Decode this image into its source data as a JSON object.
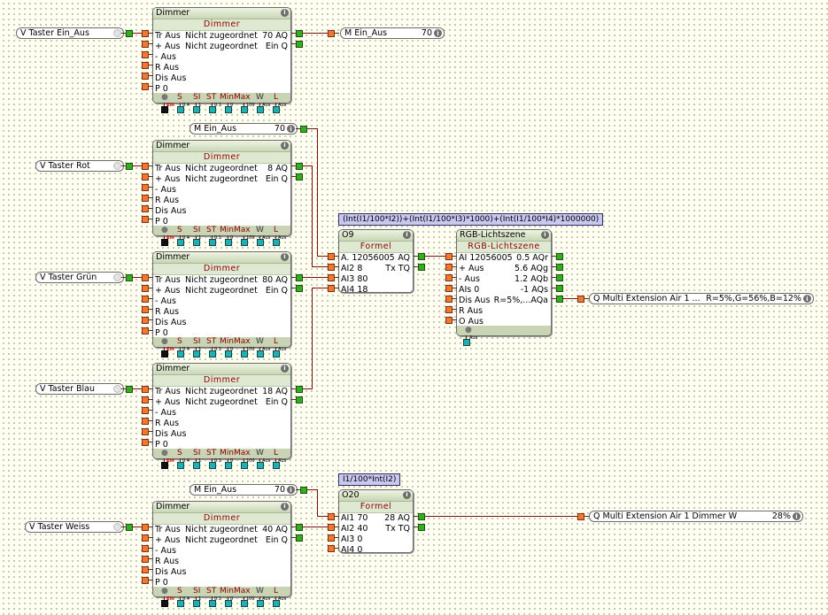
{
  "canvas": {
    "background": "#fffff2",
    "wire_color": "#7a1010"
  },
  "inputs": [
    {
      "label": "V  Taster Ein_Aus"
    },
    {
      "label": "V  Taster Rot"
    },
    {
      "label": "V  Taster Grün"
    },
    {
      "label": "V  Taster Blau"
    },
    {
      "label": "V  Taster Weiss"
    }
  ],
  "markers": [
    {
      "label": "M  Ein_Aus",
      "value": "70"
    },
    {
      "label": "M  Ein_Aus",
      "value": "70"
    },
    {
      "label": "M  Ein_Aus",
      "value": "70"
    }
  ],
  "dimmers": [
    {
      "title": "Dimmer",
      "subtitle": "Dimmer",
      "tr": "Tr Aus",
      "plus": "+ Aus",
      "minus": "- Aus",
      "r": "R Aus",
      "dis": "Dis Aus",
      "p": "P 0",
      "assign1": "Nicht zugeordnet",
      "assign2": "Nicht zugeordnet",
      "aq": "70 AQ",
      "q": "Ein Q"
    },
    {
      "title": "Dimmer",
      "subtitle": "Dimmer",
      "tr": "Tr Aus",
      "plus": "+ Aus",
      "minus": "- Aus",
      "r": "R Aus",
      "dis": "Dis Aus",
      "p": "P 0",
      "assign1": "Nicht zugeordnet",
      "assign2": "Nicht zugeordnet",
      "aq": "8 AQ",
      "q": "Ein Q"
    },
    {
      "title": "Dimmer",
      "subtitle": "Dimmer",
      "tr": "Tr Aus",
      "plus": "+ Aus",
      "minus": "- Aus",
      "r": "R Aus",
      "dis": "Dis Aus",
      "p": "P 0",
      "assign1": "Nicht zugeordnet",
      "assign2": "Nicht zugeordnet",
      "aq": "80 AQ",
      "q": "Ein Q"
    },
    {
      "title": "Dimmer",
      "subtitle": "Dimmer",
      "tr": "Tr Aus",
      "plus": "+ Aus",
      "minus": "- Aus",
      "r": "R Aus",
      "dis": "Dis Aus",
      "p": "P 0",
      "assign1": "Nicht zugeordnet",
      "assign2": "Nicht zugeordnet",
      "aq": "18 AQ",
      "q": "Ein Q"
    },
    {
      "title": "Dimmer",
      "subtitle": "Dimmer",
      "tr": "Tr Aus",
      "plus": "+ Aus",
      "minus": "- Aus",
      "r": "R Aus",
      "dis": "Dis Aus",
      "p": "P 0",
      "assign1": "Nicht zugeordnet",
      "assign2": "Nicht zugeordnet",
      "aq": "40 AQ",
      "q": "Ein Q"
    }
  ],
  "dimmer_footer": {
    "s": "S",
    "si": "SI",
    "st": "ST",
    "minmax": "MinMax",
    "w": "W",
    "l": "L"
  },
  "dimmer_params": [
    "Ein",
    "0.4",
    "1",
    "0.1",
    "0",
    "100",
    "Aus",
    "Aus"
  ],
  "formula_blocks": [
    {
      "expression": "(Int(I1/100*I2))+(Int(I1/100*I3)*1000)+(Int(I1/100*I4)*1000000)",
      "title": "O9",
      "subtitle": "Formel",
      "in1": "A. 12056005",
      "in2": "AI2 8",
      "in3": "AI3 80",
      "in4": "AI4 18",
      "out1": "AQ",
      "out2": "Tx TQ"
    },
    {
      "expression": "I1/100*Int(I2)",
      "title": "O20",
      "subtitle": "Formel",
      "in1": "AI1 70",
      "in2": "AI2 40",
      "in3": "AI3 0",
      "in4": "AI4 0",
      "out1": "28 AQ",
      "out2": "Tx TQ"
    }
  ],
  "rgb_block": {
    "title": "RGB-Lichtszene",
    "subtitle": "RGB-Lichtszene",
    "in1": "AI 12056005",
    "in2": "+ Aus",
    "in3": "- Aus",
    "in4": "AIs 0",
    "in5": "Dis Aus",
    "in6": "R Aus",
    "in7": "O Aus",
    "out1": "0.5 AQr",
    "out2": "5.6 AQg",
    "out3": "1.2 AQb",
    "out4": "-1 AQs",
    "out5": "R=5%,...AQa",
    "param": "Aus"
  },
  "outputs": [
    {
      "label": "M  Ein_Aus",
      "value": "70"
    },
    {
      "label": "Q  Multi Extension Air 1 ...",
      "value": "R=5%,G=56%,B=12%"
    },
    {
      "label": "Q  Multi Extension Air 1 Dimmer W",
      "value": "28%"
    }
  ]
}
